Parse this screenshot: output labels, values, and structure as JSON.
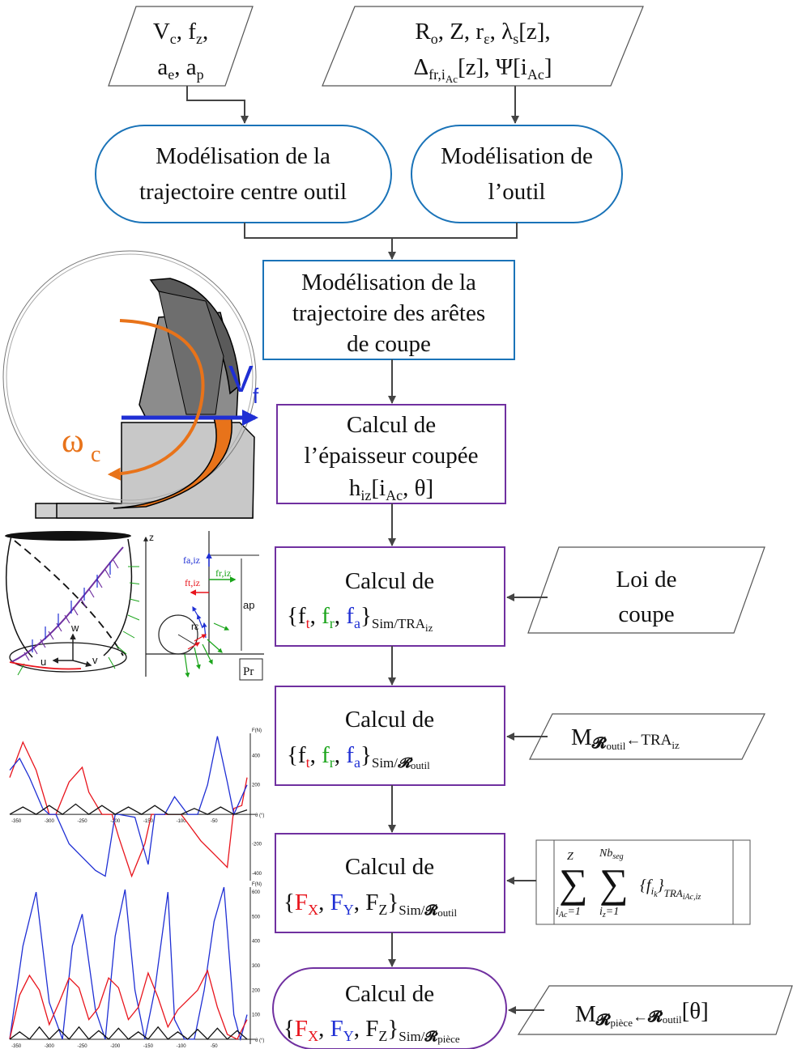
{
  "inputs": {
    "cutting_params": {
      "line1": "Vc, fz,",
      "line2": "ae, ap"
    },
    "tool_params": {
      "line1": "Ro, Z, rε, λs[z],",
      "line2": "Δfr,iAc[z], Ψ[iAc]"
    },
    "loi_de_coupe": {
      "line1": "Loi de",
      "line2": "coupe"
    },
    "matrix_outil": "M",
    "matrix_piece": "M"
  },
  "nodes": {
    "traj_centre": {
      "line1": "Modélisation de la",
      "line2": "trajectoire centre outil"
    },
    "outil": {
      "line1": "Modélisation de",
      "line2": "l’outil"
    },
    "aretes": {
      "line1": "Modélisation de la",
      "line2": "trajectoire des arêtes",
      "line3": "de coupe"
    },
    "epaisseur": {
      "line1": "Calcul de",
      "line2": "l’épaisseur coupée",
      "line3": "hiz[iAc, θ]"
    },
    "local_forces": {
      "line1": "Calcul de",
      "line2": "{ft, fr, fa}Sim/TRAiz"
    },
    "tool_forces": {
      "line1": "Calcul de",
      "line2": "{ft, fr, fa}Sim/𝓡outil"
    },
    "global_forces": {
      "line1": "Calcul de",
      "line2": "{FX, FY, FZ}Sim/𝓡outil"
    },
    "piece_forces": {
      "line1": "Calcul de",
      "line2": "{FX, FY, FZ}Sim/𝓡pièce"
    }
  },
  "illustrations": {
    "tool_view": {
      "feed_label": "V",
      "feed_sub": "f",
      "rot_label": "ω",
      "rot_sub": "c"
    },
    "edge_view": {
      "w": "w",
      "u": "u",
      "v": "v"
    },
    "local_view": {
      "z": "z",
      "fa": "fa,iz",
      "fr": "fr,iz",
      "ft": "ft,iz",
      "ap": "ap",
      "re": "rε",
      "pr": "Pr"
    }
  },
  "colors": {
    "blue_box": "#1a73b8",
    "purple_box": "#7030a0",
    "ft": "#e8141c",
    "fr": "#1aa41a",
    "fa": "#1f2fd4",
    "orange": "#e8731a"
  },
  "chart_data": [
    {
      "type": "line",
      "xlabel": "θ (°)",
      "ylabel": "F(N)",
      "xlim": [
        -360,
        0
      ],
      "ylim": [
        -450,
        550
      ],
      "x_ticks": [
        "-350",
        "-300",
        "-250",
        "-200",
        "-150",
        "-100",
        "-50"
      ],
      "y_ticks": [
        "400",
        "200",
        "-200",
        "-400"
      ],
      "series": [
        {
          "color": "#e8141c",
          "x": [
            -360,
            -340,
            -320,
            -300,
            -290,
            -270,
            -250,
            -240,
            -220,
            -205,
            -195,
            -175,
            -155,
            -145,
            -120,
            -100,
            -90,
            -70,
            -50,
            -30,
            -20,
            -8,
            0
          ],
          "y": [
            250,
            490,
            300,
            0,
            0,
            220,
            320,
            150,
            0,
            0,
            -150,
            -420,
            -200,
            0,
            0,
            0,
            -60,
            -180,
            -270,
            -360,
            40,
            60,
            250
          ]
        },
        {
          "color": "#1f2fd4",
          "x": [
            -360,
            -345,
            -330,
            -310,
            -300,
            -290,
            -270,
            -250,
            -230,
            -215,
            -200,
            -195,
            -170,
            -150,
            -140,
            -125,
            -110,
            -90,
            -75,
            -60,
            -45,
            -30,
            -20,
            0
          ],
          "y": [
            300,
            380,
            250,
            40,
            0,
            0,
            -200,
            -290,
            -380,
            -420,
            0,
            0,
            -20,
            -340,
            0,
            0,
            120,
            0,
            0,
            200,
            530,
            220,
            0,
            200
          ]
        },
        {
          "color": "#111111",
          "x": [
            -360,
            -340,
            -320,
            -300,
            -280,
            -260,
            -240,
            -220,
            -200,
            -180,
            -160,
            -140,
            -120,
            -100,
            -80,
            -60,
            -40,
            -20,
            0
          ],
          "y": [
            0,
            50,
            0,
            60,
            0,
            70,
            0,
            60,
            0,
            50,
            0,
            60,
            0,
            0,
            40,
            0,
            50,
            0,
            30
          ]
        }
      ]
    },
    {
      "type": "line",
      "xlabel": "θ (°)",
      "ylabel": "F(N)",
      "xlim": [
        -360,
        0
      ],
      "ylim": [
        -20,
        620
      ],
      "x_ticks": [
        "-350",
        "-300",
        "-250",
        "-200",
        "-150",
        "-100",
        "-50"
      ],
      "y_ticks": [
        "600",
        "500",
        "400",
        "300",
        "200",
        "100"
      ],
      "series": [
        {
          "color": "#1f2fd4",
          "x": [
            -360,
            -340,
            -320,
            -300,
            -280,
            -265,
            -250,
            -230,
            -215,
            -200,
            -185,
            -170,
            -155,
            -140,
            -120,
            -110,
            -95,
            -80,
            -65,
            -50,
            -35,
            -20,
            -10,
            0
          ],
          "y": [
            0,
            380,
            600,
            150,
            0,
            380,
            510,
            120,
            0,
            420,
            610,
            200,
            0,
            200,
            600,
            80,
            0,
            0,
            200,
            480,
            620,
            100,
            0,
            100
          ]
        },
        {
          "color": "#e8141c",
          "x": [
            -360,
            -345,
            -330,
            -315,
            -300,
            -285,
            -270,
            -255,
            -240,
            -225,
            -210,
            -195,
            -180,
            -165,
            -150,
            -135,
            -120,
            -105,
            -90,
            -75,
            -60,
            -45,
            -30,
            -15,
            0
          ],
          "y": [
            0,
            180,
            260,
            200,
            60,
            150,
            250,
            210,
            80,
            130,
            250,
            210,
            80,
            130,
            270,
            170,
            50,
            120,
            160,
            200,
            280,
            130,
            20,
            0,
            80
          ]
        },
        {
          "color": "#111111",
          "x": [
            -360,
            -345,
            -330,
            -315,
            -300,
            -285,
            -270,
            -255,
            -240,
            -225,
            -210,
            -195,
            -180,
            -165,
            -150,
            -135,
            -120,
            -105,
            -90,
            -75,
            -60,
            -45,
            -30,
            -15,
            0
          ],
          "y": [
            0,
            30,
            0,
            50,
            0,
            40,
            0,
            50,
            0,
            35,
            0,
            45,
            0,
            30,
            0,
            50,
            0,
            30,
            0,
            40,
            0,
            45,
            0,
            35,
            0
          ]
        }
      ]
    }
  ]
}
